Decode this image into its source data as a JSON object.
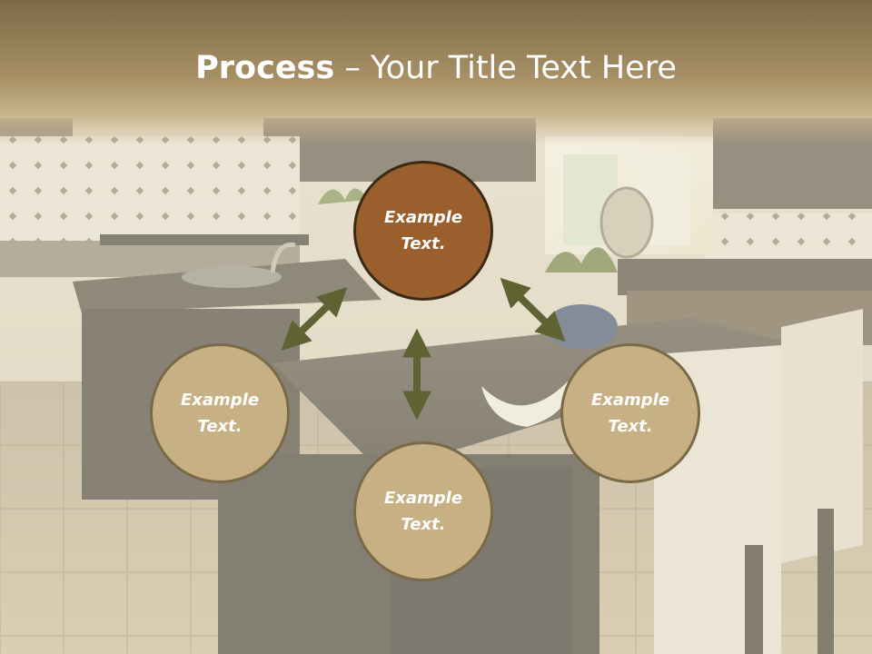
{
  "slide": {
    "title_bold": "Process",
    "title_rest": " – Your Title Text Here"
  },
  "process": {
    "center": {
      "line1": "Example",
      "line2": "Text."
    },
    "left": {
      "line1": "Example",
      "line2": "Text."
    },
    "bottom": {
      "line1": "Example",
      "line2": "Text."
    },
    "right": {
      "line1": "Example",
      "line2": "Text."
    }
  },
  "colors": {
    "title_band": "#a8916a",
    "primary_circle": "#9b5f2e",
    "secondary_circle": "#c6b084",
    "arrow": "#5f6232"
  },
  "icons": {
    "arrows": "double-headed-arrow-icon"
  }
}
